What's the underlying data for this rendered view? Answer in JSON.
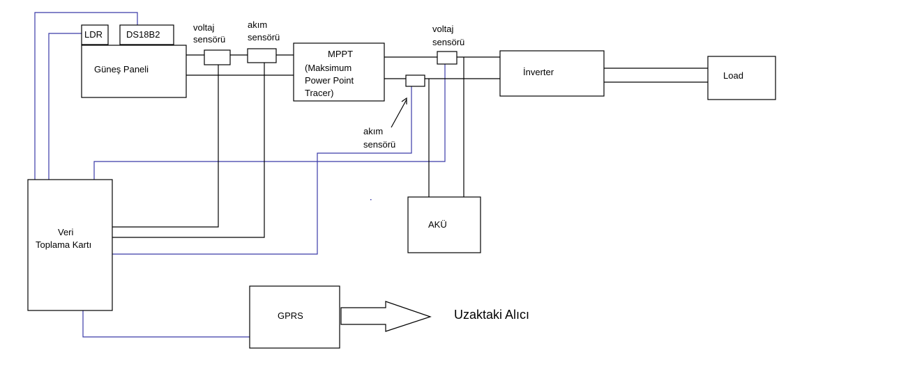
{
  "colors": {
    "signal_wire": "#3a3aa8",
    "power_wire": "#000000",
    "background": "#ffffff"
  },
  "blocks": {
    "ldr": "LDR",
    "ds18b2": "DS18B2",
    "solar_panel": "Güneş Paneli",
    "mppt": [
      "MPPT",
      "(Maksimum",
      "Power Point",
      "Tracer)"
    ],
    "inverter": "İnverter",
    "load": "Load",
    "battery": "AKÜ",
    "data_card": [
      "Veri",
      "Toplama Kartı"
    ],
    "gprs": "GPRS",
    "remote_receiver": "Uzaktaki Alıcı"
  },
  "sensors": {
    "voltage_1": [
      "voltaj",
      "sensörü"
    ],
    "current_1": [
      "akım",
      "sensörü"
    ],
    "voltage_2": [
      "voltaj",
      "sensörü"
    ],
    "current_2": [
      "akım",
      "sensörü"
    ]
  }
}
